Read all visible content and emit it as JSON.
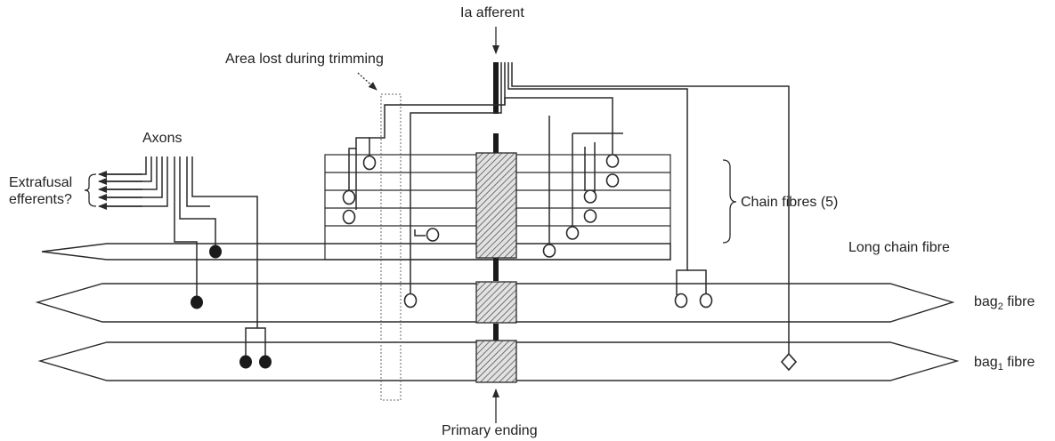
{
  "labels": {
    "ia_afferent": "Ia afferent",
    "area_lost": "Area lost during trimming",
    "axons": "Axons",
    "extrafusal_line1": "Extrafusal",
    "extrafusal_line2": "efferents?",
    "chain_fibres": "Chain fibres (5)",
    "long_chain_fibre": "Long chain fibre",
    "bag2_prefix": "bag",
    "bag2_sub": "2",
    "bag2_suffix": " fibre",
    "bag1_prefix": "bag",
    "bag1_sub": "1",
    "bag1_suffix": " fibre",
    "primary_ending": "Primary ending"
  },
  "colors": {
    "line": "#2a2a2a",
    "hatch": "#555555",
    "background": "#ffffff"
  }
}
